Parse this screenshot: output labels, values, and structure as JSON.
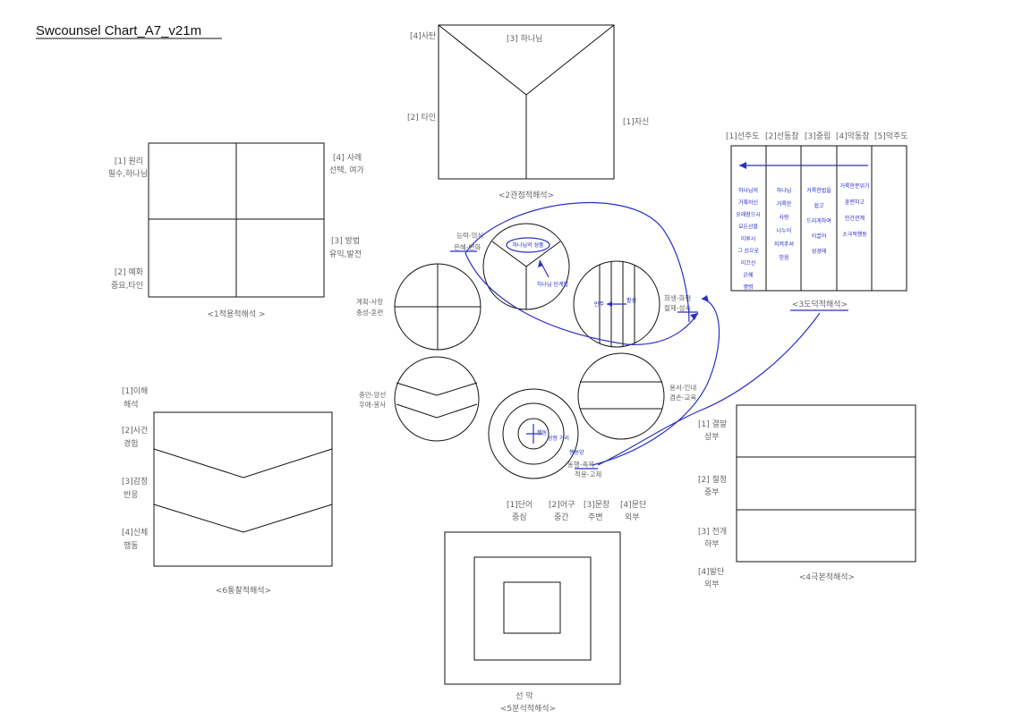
{
  "title": "Swcounsel Chart_A7_v21m",
  "panel1": {
    "caption": "<1적용적해석 >",
    "q1_a": "[1] 원리",
    "q1_b": "필수,하나님",
    "q2_a": "[2] 예화",
    "q2_b": "중요,타인",
    "q3_a": "[3] 방법",
    "q3_b": "유익,발전",
    "q4_a": "[4] 사례",
    "q4_b": "선택, 여가"
  },
  "panel2": {
    "caption": "<2관점적해석>",
    "l1": "[1]자신",
    "l2": "[2] 타인",
    "l3": "[3] 하나님",
    "l4": "[4]사탄"
  },
  "panel3": {
    "caption": "<3도덕적해석>",
    "headers": [
      "[1]선주도",
      "[2]선동참",
      "[3]중립",
      "[4]악동참",
      "[5]악주도"
    ],
    "notes": [
      [
        "하나님의",
        "거룩하신",
        "오래참으시",
        "모든선을",
        "이루시",
        "그 선으로",
        "이끄신",
        "은혜",
        "명령"
      ],
      [
        "하나님",
        "거룩한",
        "사랑",
        "나누어",
        "지켜주셔",
        "믿음"
      ],
      [
        "거룩한법을",
        "쉽고",
        "드리게하여",
        "이끌어",
        "성경에"
      ],
      [
        "거룩한분위기",
        "훈련하고",
        "인간관계",
        "소극적행동"
      ]
    ]
  },
  "panel4": {
    "caption": "<4극본적해석>",
    "l1a": "[1] 결말",
    "l1b": "상부",
    "l2a": "[2] 절정",
    "l2b": "중부",
    "l3a": "[3] 전개",
    "l3b": "하부",
    "l4a": "[4]발단",
    "l4b": "외부"
  },
  "panel5": {
    "caption": "<5분석적해석>",
    "bottom": "선    악",
    "tops": [
      {
        "a": "[1]단어",
        "b": "중심"
      },
      {
        "a": "[2]어구",
        "b": "중간"
      },
      {
        "a": "[3]문장",
        "b": "주변"
      },
      {
        "a": "[4]문단",
        "b": "외부"
      }
    ]
  },
  "panel6": {
    "caption": "<6통찰적해석>",
    "l1a": "[1]이해",
    "l1b": "해석",
    "l2a": "[2]사건",
    "l2b": "경험",
    "l3a": "[3]감정",
    "l3b": "반응",
    "l4a": "[4]신체",
    "l4b": "행동"
  },
  "center": {
    "top_a": "능력-의식",
    "top_b": "은혜-변화",
    "left1_a": "계획-사랑",
    "left1_b": "충성-훈련",
    "left2_a": "충만-양선",
    "left2_b": "우애-봉사",
    "right1_a": "희생-화평",
    "right1_b": "절제-성숙",
    "right2_a": "용서-인내",
    "right2_b": "겸손-교육",
    "bottom_a": "동행-축복",
    "bottom_b": "적용-고제",
    "hand_topcircle": "하나님의 성품",
    "hand_topcircle2": "하나님 단계별",
    "hand_right_a": "반주",
    "hand_right_b": "활성",
    "hand_bottom_a": "행동",
    "hand_bottom_b": "방향 거리",
    "hand_bottom_c": "행동양"
  },
  "colors": {
    "ink": "#111111",
    "label": "#666666",
    "pen": "#2b2fc4"
  }
}
